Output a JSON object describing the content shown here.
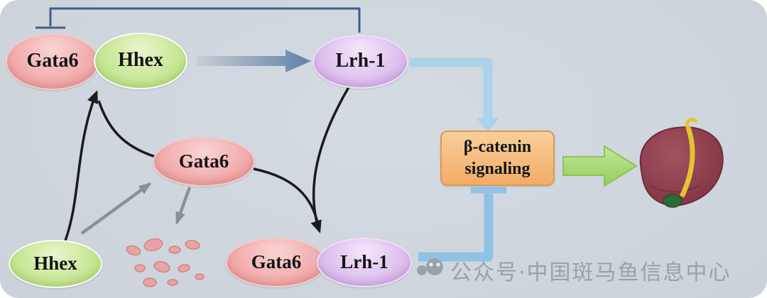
{
  "nodes": {
    "gata6_top": "Gata6",
    "hhex_top": "Hhex",
    "lrh1_top": "Lrh-1",
    "gata6_mid": "Gata6",
    "hhex_bottom": "Hhex",
    "gata6_bottom": "Gata6",
    "lrh1_bottom": "Lrh-1"
  },
  "beta_box": {
    "line1": "β-catenin",
    "line2": "signaling"
  },
  "watermark": {
    "text": "公众号·中国斑马鱼信息中心"
  },
  "icons": {
    "liver": "liver-icon",
    "watermark_logo": "official-account-logo-icon",
    "gradient_arrow": "block-arrow-icon",
    "green_arrow": "block-arrow-icon",
    "particles": "pink-particles-icon"
  },
  "edges": [
    {
      "from": "Lrh-1 (top)",
      "to": "Gata6/Hhex complex",
      "type": "inhibition",
      "color": "#3f5e8a"
    },
    {
      "from": "Gata6/Hhex complex",
      "to": "Lrh-1 (top)",
      "type": "activation",
      "color": "gradient gray-to-blue"
    },
    {
      "from": "Hhex (bottom)",
      "to": "Gata6/Hhex complex",
      "type": "activation",
      "color": "#1b1b1b"
    },
    {
      "from": "Gata6 (middle)",
      "to": "Gata6/Hhex complex",
      "type": "activation",
      "color": "#1b1b1b"
    },
    {
      "from": "Hhex (bottom)",
      "to": "Gata6 (middle)",
      "type": "activation",
      "color": "#8a9098"
    },
    {
      "from": "Gata6 (middle)",
      "to": "particles",
      "type": "activation",
      "color": "#8a9098"
    },
    {
      "from": "Lrh-1 (top)",
      "to": "Gata6–Lrh-1 complex",
      "type": "activation",
      "color": "#1b1b1b"
    },
    {
      "from": "Gata6 (middle)",
      "to": "Gata6–Lrh-1 complex",
      "type": "activation",
      "color": "#1b1b1b"
    },
    {
      "from": "Lrh-1 (top)",
      "to": "β-catenin signaling",
      "type": "activation",
      "color": "#abd3ea"
    },
    {
      "from": "Gata6–Lrh-1 complex",
      "to": "β-catenin signaling",
      "type": "inhibition",
      "color": "#8fc2e4"
    },
    {
      "from": "β-catenin signaling",
      "to": "liver",
      "type": "activation",
      "color": "#a8d774"
    }
  ],
  "colors": {
    "background": "#ccd2da",
    "gata6_fill": "#f2abab",
    "hhex_fill": "#c6e694",
    "lrh1_fill": "#ddbeee",
    "beta_box_fill": "#f2ab67",
    "navy_inhibition": "#3f5e8a",
    "black_arrow": "#1b1b1b",
    "gray_arrow": "#8a9098",
    "blue_activation": "#abd3ea",
    "blue_inhibition": "#8fc2e4",
    "green_block_arrow": "#a8d774",
    "liver_body": "#8c3c4c",
    "liver_duct_yellow": "#e6c233",
    "gallbladder_green": "#2c6b35",
    "particle_pink": "#e8a4a4",
    "watermark_gray": "#99a1ab"
  }
}
